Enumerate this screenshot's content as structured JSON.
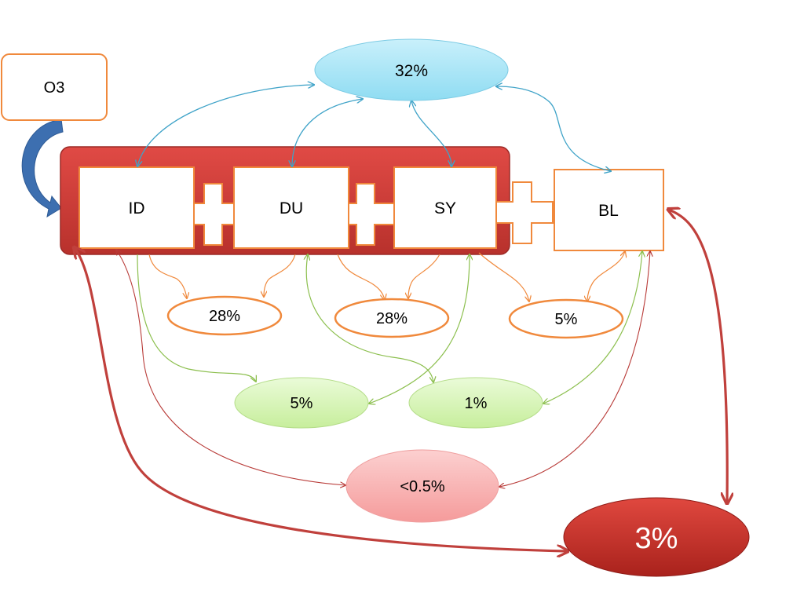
{
  "source": {
    "label": "O3"
  },
  "stages": [
    {
      "label": "ID"
    },
    {
      "label": "DU"
    },
    {
      "label": "SY"
    },
    {
      "label": "BL"
    }
  ],
  "results": {
    "all_blue": "32%",
    "orange_1": "28%",
    "orange_2": "28%",
    "orange_3": "5%",
    "green_1": "5%",
    "green_2": "1%",
    "pink": "<0.5%",
    "red_big": "3%"
  },
  "colors": {
    "group_red": "#d43b3b",
    "box_border": "#f0893c",
    "blue_ellipse": "#a9e4f5",
    "blue_line": "#3fa3c8",
    "orange_line": "#f0893c",
    "green_ellipse": "#d8f5b8",
    "green_line": "#8cbf4e",
    "pink_ellipse": "#f9b7b7",
    "dark_red": "#c0302b",
    "red_line": "#b83a37",
    "bent_arrow": "#3d6fb0"
  }
}
